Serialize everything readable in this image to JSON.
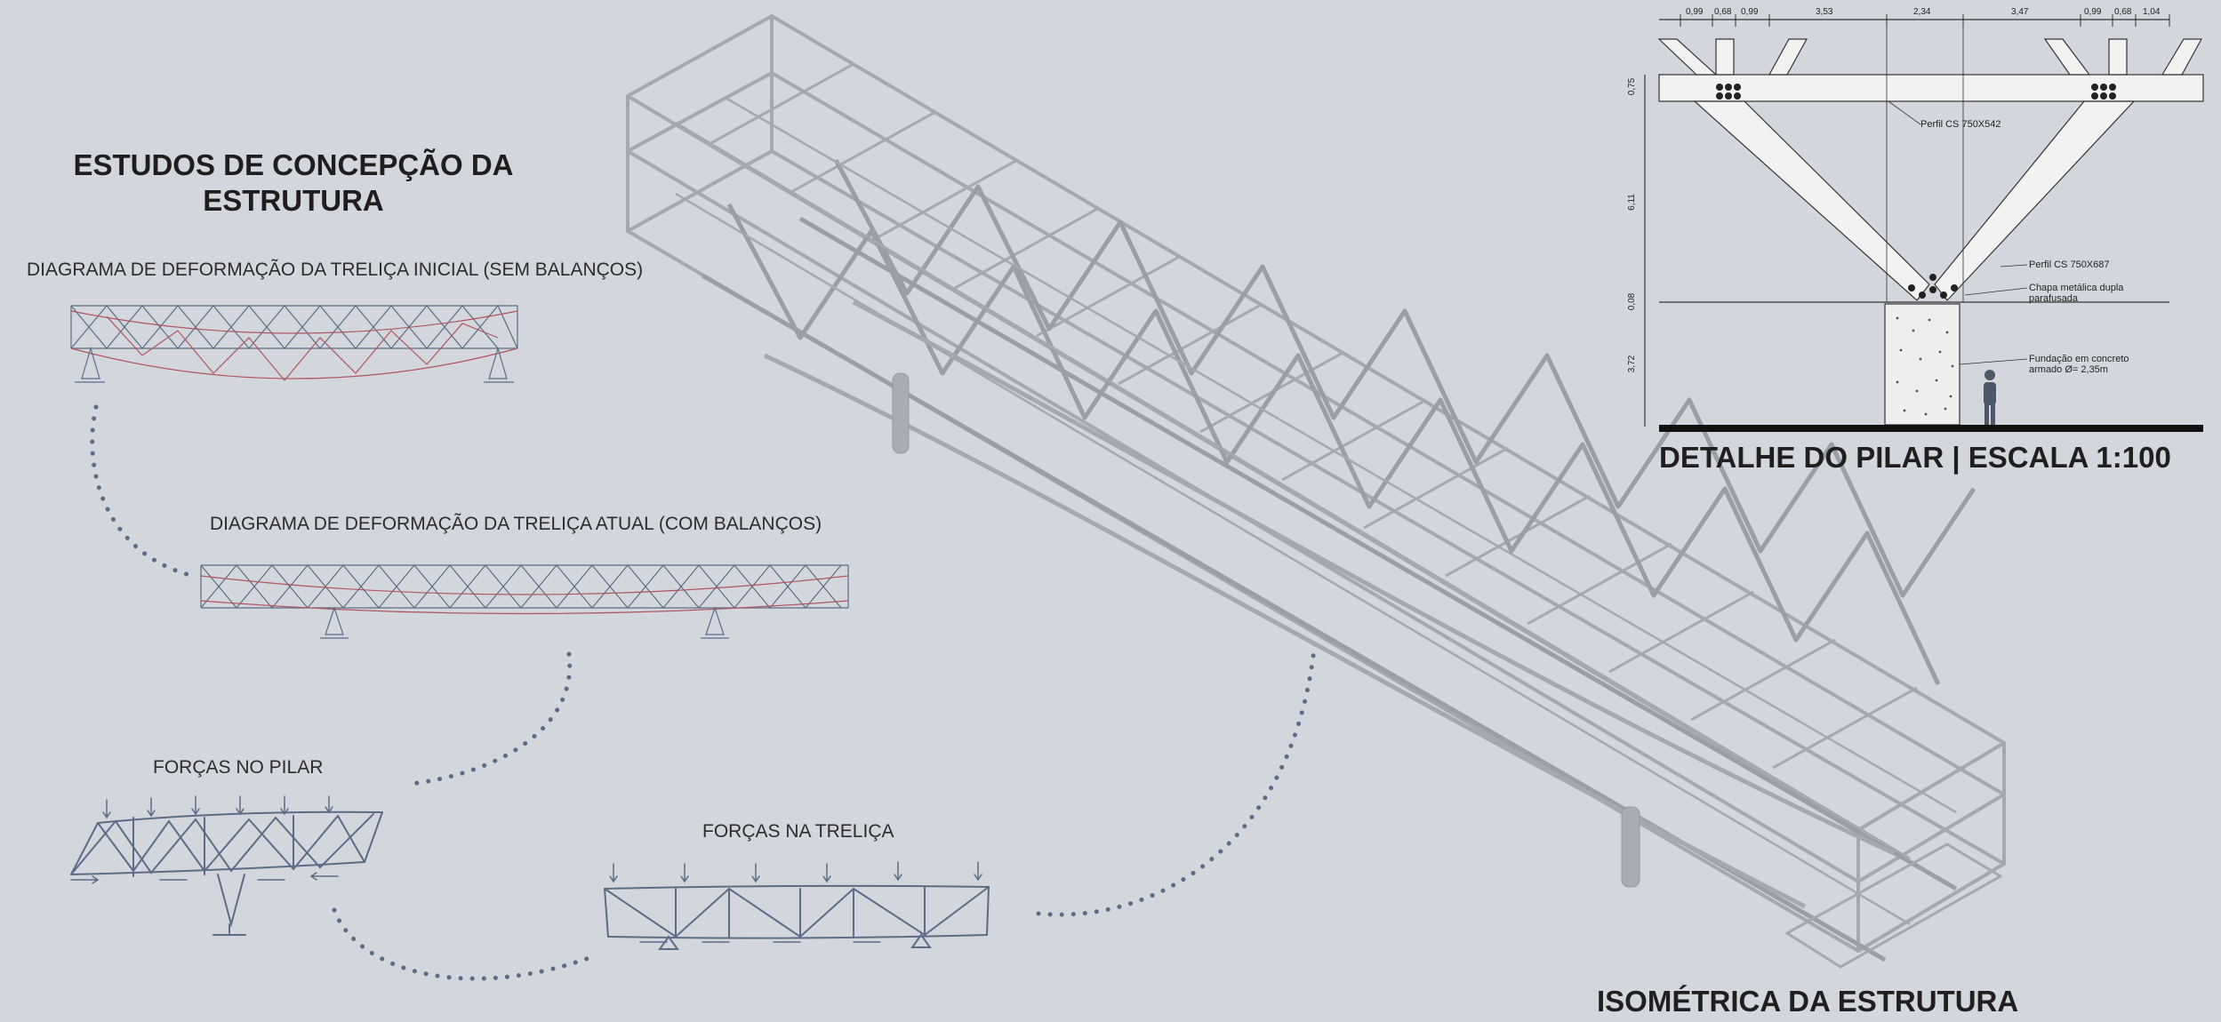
{
  "title": {
    "line1": "ESTUDOS DE CONCEPÇÃO DA",
    "line2": "ESTRUTURA"
  },
  "diagrams": {
    "initial_truss": "DIAGRAMA DE DEFORMAÇÃO DA TRELIÇA INICIAL (SEM BALANÇOS)",
    "current_truss": "DIAGRAMA DE DEFORMAÇÃO DA TRELIÇA ATUAL (COM BALANÇOS)",
    "pillar_forces": "FORÇAS NO PILAR",
    "truss_forces": "FORÇAS NA TRELIÇA"
  },
  "pillar_detail": {
    "caption": "DETALHE DO PILAR | ESCALA 1:100",
    "top_dims": [
      "0,99",
      "0,68",
      "0,99",
      "3,53",
      "2,34",
      "3,47",
      "0,99",
      "0,68",
      "1,04"
    ],
    "side_dims": [
      "0,75",
      "6,11",
      "0,08",
      "3,72"
    ],
    "notes": {
      "profile_top": "Perfil CS 750X542",
      "profile_diag": "Perfil CS 750X687",
      "plate_l1": "Chapa metálica dupla",
      "plate_l2": "parafusada",
      "foundation_l1": "Fundação em concreto",
      "foundation_l2": "armado Ø= 2,35m"
    }
  },
  "isometric": {
    "caption": "ISOMÉTRICA DA ESTRUTURA"
  },
  "colors": {
    "background": "#d3d6dc",
    "structure": "#a3a7ae",
    "deformed": "#b05560",
    "sketch": "#5d6c86",
    "dots": "#5d6c86"
  }
}
